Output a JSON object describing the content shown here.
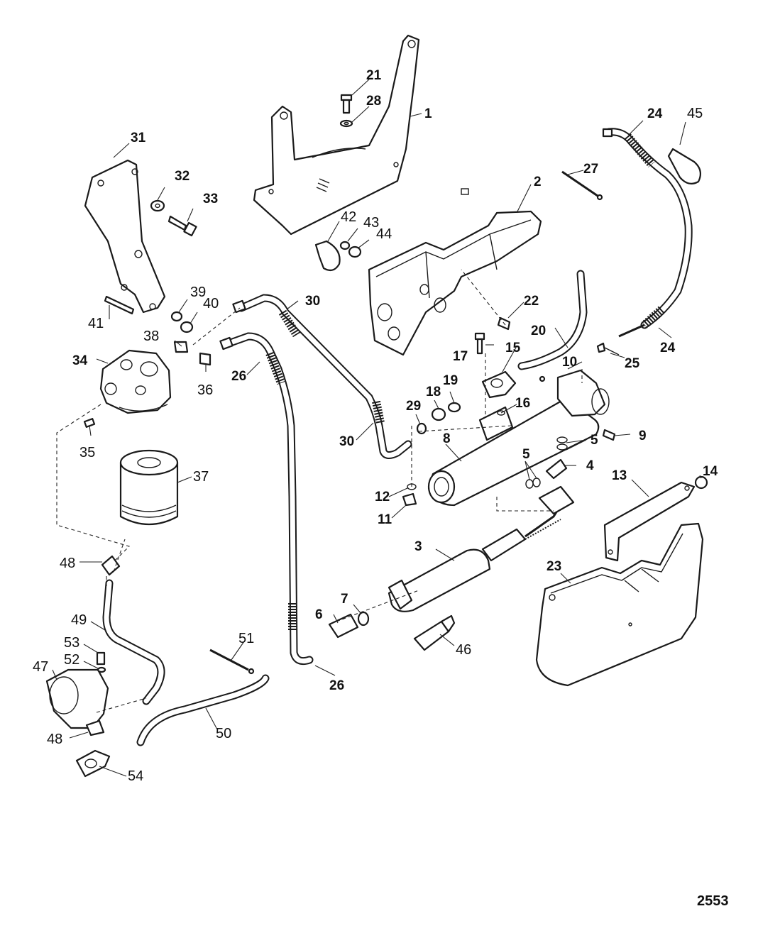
{
  "figure_number": "2553",
  "callouts": {
    "c1": "1",
    "c2": "2",
    "c3": "3",
    "c4": "4",
    "c5a": "5",
    "c5b": "5",
    "c6": "6",
    "c7": "7",
    "c8": "8",
    "c9": "9",
    "c10": "10",
    "c11": "11",
    "c12": "12",
    "c13": "13",
    "c14": "14",
    "c15": "15",
    "c16": "16",
    "c17": "17",
    "c18": "18",
    "c19": "19",
    "c20": "20",
    "c21": "21",
    "c22": "22",
    "c23": "23",
    "c24a": "24",
    "c24b": "24",
    "c25": "25",
    "c26a": "26",
    "c26b": "26",
    "c27": "27",
    "c28": "28",
    "c29": "29",
    "c30a": "30",
    "c30b": "30",
    "c31": "31",
    "c32": "32",
    "c33": "33",
    "c34": "34",
    "c35": "35",
    "c36": "36",
    "c37": "37",
    "c38": "38",
    "c39": "39",
    "c40": "40",
    "c41": "41",
    "c42": "42",
    "c43": "43",
    "c44": "44",
    "c45": "45",
    "c46": "46",
    "c47": "47",
    "c48a": "48",
    "c48b": "48",
    "c49": "49",
    "c50": "50",
    "c51": "51",
    "c52": "52",
    "c53": "53",
    "c54": "54"
  }
}
